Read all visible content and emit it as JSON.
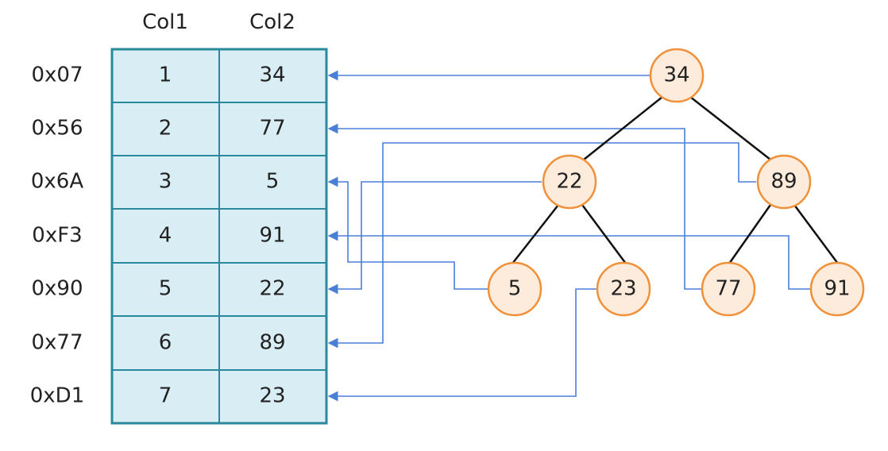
{
  "table": {
    "headers": [
      "Col1",
      "Col2"
    ],
    "rows": [
      {
        "address": "0x07",
        "col1": "1",
        "col2": "34"
      },
      {
        "address": "0x56",
        "col1": "2",
        "col2": "77"
      },
      {
        "address": "0x6A",
        "col1": "3",
        "col2": "5"
      },
      {
        "address": "0xF3",
        "col1": "4",
        "col2": "91"
      },
      {
        "address": "0x90",
        "col1": "5",
        "col2": "22"
      },
      {
        "address": "0x77",
        "col1": "6",
        "col2": "89"
      },
      {
        "address": "0xD1",
        "col1": "7",
        "col2": "23"
      }
    ]
  },
  "tree": {
    "nodes": [
      {
        "id": "n34",
        "label": "34",
        "row_index": 0
      },
      {
        "id": "n22",
        "label": "22",
        "row_index": 4
      },
      {
        "id": "n89",
        "label": "89",
        "row_index": 5
      },
      {
        "id": "n5",
        "label": "5",
        "row_index": 2
      },
      {
        "id": "n23",
        "label": "23",
        "row_index": 6
      },
      {
        "id": "n77",
        "label": "77",
        "row_index": 1
      },
      {
        "id": "n91",
        "label": "91",
        "row_index": 3
      }
    ],
    "edges": [
      [
        "n34",
        "n22"
      ],
      [
        "n34",
        "n89"
      ],
      [
        "n22",
        "n5"
      ],
      [
        "n22",
        "n23"
      ],
      [
        "n89",
        "n77"
      ],
      [
        "n89",
        "n91"
      ]
    ]
  },
  "colors": {
    "cell_fill": "#d8eef4",
    "cell_border": "#2a8a9c",
    "node_fill": "#fdebdc",
    "node_border": "#f0913a",
    "pointer_line": "#4a7fd6",
    "tree_edge": "#111111"
  }
}
